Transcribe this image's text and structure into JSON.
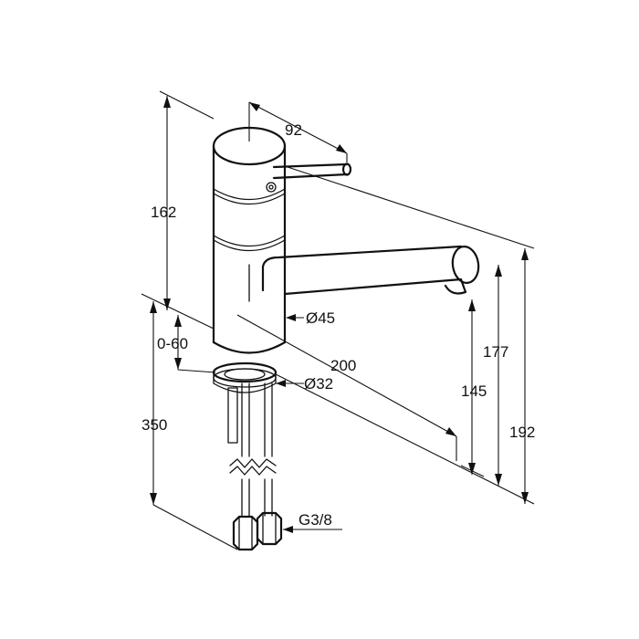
{
  "dimensions": {
    "width_top": "92",
    "height_body": "162",
    "diameter_body": "Ø45",
    "adjust_range": "0-60",
    "reach": "200",
    "diameter_mount": "Ø32",
    "hose_length": "350",
    "spout_low": "145",
    "spout_mid": "177",
    "total_height": "192",
    "connector": "G3/8"
  },
  "colors": {
    "line": "#111111",
    "background": "#ffffff"
  }
}
